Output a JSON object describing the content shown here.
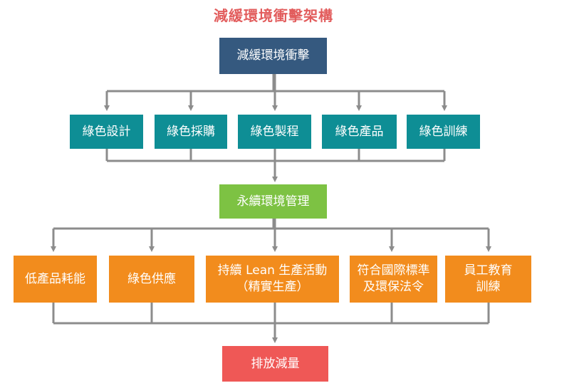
{
  "title": "減緩環境衝擊架構",
  "root": {
    "label": "減緩環境衝擊"
  },
  "level1": [
    {
      "label": "綠色設計"
    },
    {
      "label": "綠色採購"
    },
    {
      "label": "綠色製程"
    },
    {
      "label": "綠色產品"
    },
    {
      "label": "綠色訓練"
    }
  ],
  "middle": {
    "label": "永續環境管理"
  },
  "level2": [
    {
      "line1": "低產品耗能",
      "line2": ""
    },
    {
      "line1": "綠色供應",
      "line2": ""
    },
    {
      "line1": "持續 Lean 生產活動",
      "line2": "（精實生產）"
    },
    {
      "line1": "符合國際標準",
      "line2": "及環保法令"
    },
    {
      "line1": "員工教育",
      "line2": "訓練"
    }
  ],
  "result": {
    "label": "排放減量"
  },
  "colors": {
    "title": "#e25c5c",
    "root": "#35597f",
    "level1": "#0e8e95",
    "middle": "#7dc243",
    "level2": "#f28c1d",
    "result": "#ef5856",
    "connector": "#8c8c8c"
  }
}
